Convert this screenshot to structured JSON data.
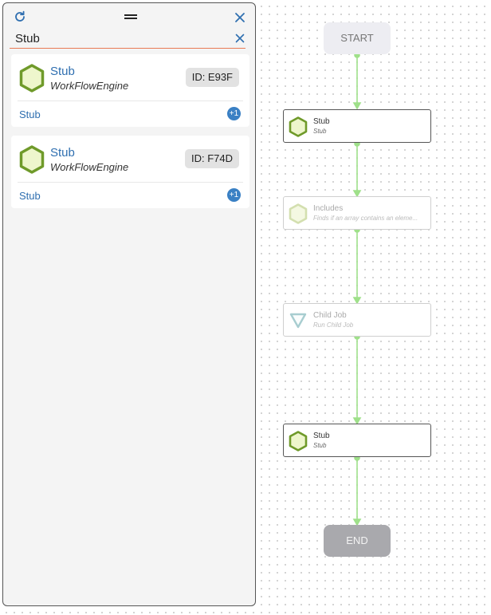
{
  "panel": {
    "search": {
      "value": "Stub",
      "placeholder": ""
    },
    "results": [
      {
        "title": "Stub",
        "subtitle": "WorkFlowEngine",
        "id_label": "ID: E93F",
        "link": "Stub",
        "badge": "+1"
      },
      {
        "title": "Stub",
        "subtitle": "WorkFlowEngine",
        "id_label": "ID: F74D",
        "link": "Stub",
        "badge": "+1"
      }
    ]
  },
  "workflow": {
    "start_label": "START",
    "end_label": "END",
    "nodes": [
      {
        "title": "Stub",
        "subtitle": "Stub",
        "icon": "hexagon-icon"
      },
      {
        "title": "Includes",
        "subtitle": "Finds if an array contains an eleme...",
        "icon": "hexagon-icon"
      },
      {
        "title": "Child Job",
        "subtitle": "Run Child Job",
        "icon": "triangle-icon"
      },
      {
        "title": "Stub",
        "subtitle": "Stub",
        "icon": "hexagon-icon"
      }
    ]
  },
  "colors": {
    "link_blue": "#2f6fb0",
    "search_underline": "#e87a55",
    "hex_fill": "#eef6cc",
    "hex_stroke": "#6f9a2a",
    "edge_green": "#9fe08a",
    "badge_blue": "#3a80c4"
  }
}
